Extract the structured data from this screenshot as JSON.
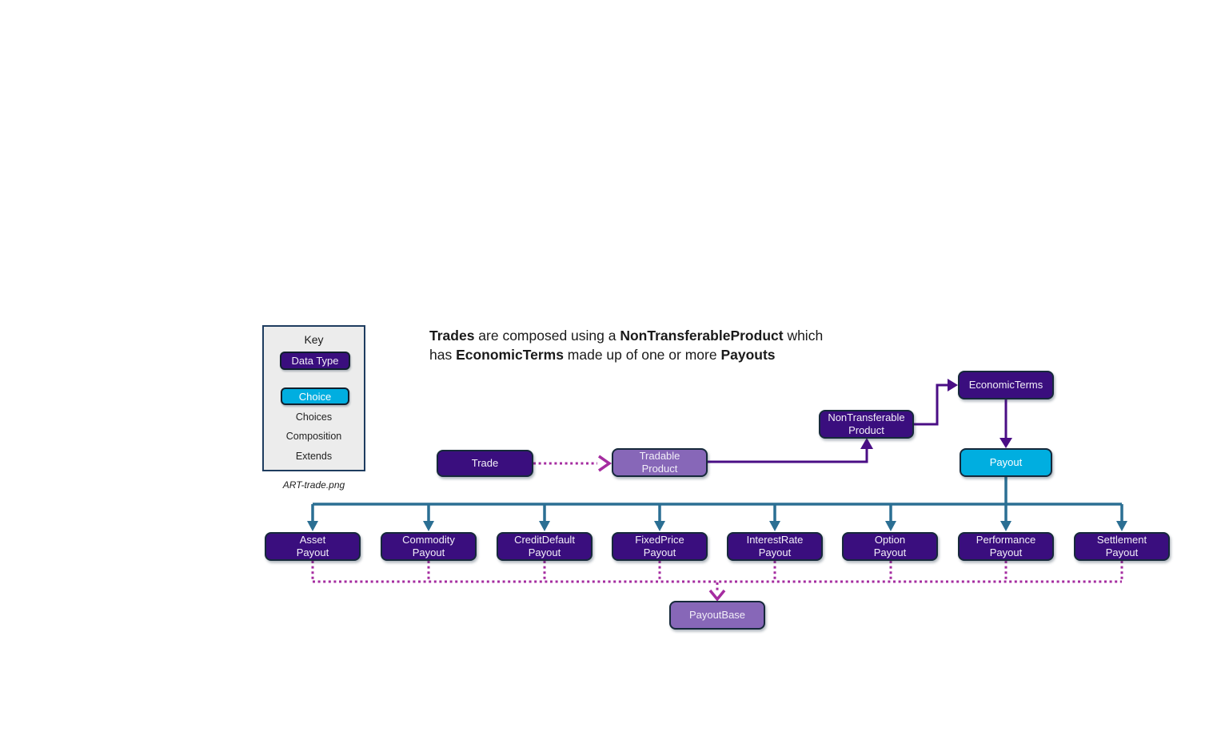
{
  "colors": {
    "dark_purple": "#3A0E7E",
    "medium_purple": "#8767B8",
    "cyan": "#00AEE0",
    "teal": "#2B6F93",
    "purple_arrow": "#4A0E85",
    "magenta": "#A52CA0",
    "box_border": "#16293B",
    "key_bg": "#ECECEC",
    "key_border": "#1E3C5F",
    "text": "#1A1A1A"
  },
  "key": {
    "title": "Key",
    "data_type_label": "Data Type",
    "choice_label": "Choice",
    "legend": [
      {
        "label": "Choices",
        "arrow_style": "solid-teal"
      },
      {
        "label": "Composition",
        "arrow_style": "solid-purple"
      },
      {
        "label": "Extends",
        "arrow_style": "dotted-magenta"
      }
    ],
    "caption": "ART-trade.png"
  },
  "heading": {
    "segments": [
      {
        "text": "Trades",
        "bold": true
      },
      {
        "text": " are composed using a ",
        "bold": false
      },
      {
        "text": "NonTransferableProduct",
        "bold": true
      },
      {
        "text": " which has ",
        "bold": false
      },
      {
        "text": "EconomicTerms",
        "bold": true
      },
      {
        "text": " made up of one or more ",
        "bold": false
      },
      {
        "text": "Payouts",
        "bold": true
      }
    ]
  },
  "diagram": {
    "nodes": {
      "trade": "Trade",
      "tradable_product": "Tradable\nProduct",
      "non_transferable_product": "NonTransferable\nProduct",
      "economic_terms": "EconomicTerms",
      "payout": "Payout",
      "payout_base": "PayoutBase"
    },
    "payout_types": [
      {
        "label": "Asset\nPayout"
      },
      {
        "label": "Commodity\nPayout"
      },
      {
        "label": "CreditDefault\nPayout"
      },
      {
        "label": "FixedPrice\nPayout"
      },
      {
        "label": "InterestRate\nPayout"
      },
      {
        "label": "Option\nPayout"
      },
      {
        "label": "Performance\nPayout"
      },
      {
        "label": "Settlement\nPayout"
      }
    ]
  }
}
